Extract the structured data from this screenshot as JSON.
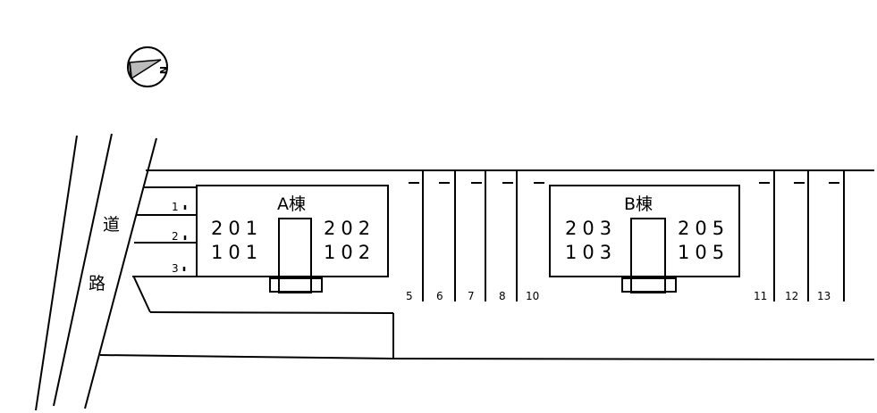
{
  "compass": {
    "label": "N",
    "icon": "north-arrow-icon"
  },
  "road": {
    "label_top": "道",
    "label_bottom": "路"
  },
  "building_a": {
    "name": "A棟",
    "units_left": [
      "201",
      "101"
    ],
    "units_right": [
      "202",
      "102"
    ]
  },
  "building_b": {
    "name": "B棟",
    "units_left": [
      "203",
      "103"
    ],
    "units_right": [
      "205",
      "105"
    ]
  },
  "left_parking": [
    "1",
    "2",
    "3"
  ],
  "parking_numbers": [
    "5",
    "6",
    "7",
    "8",
    "10",
    "11",
    "12",
    "13"
  ]
}
